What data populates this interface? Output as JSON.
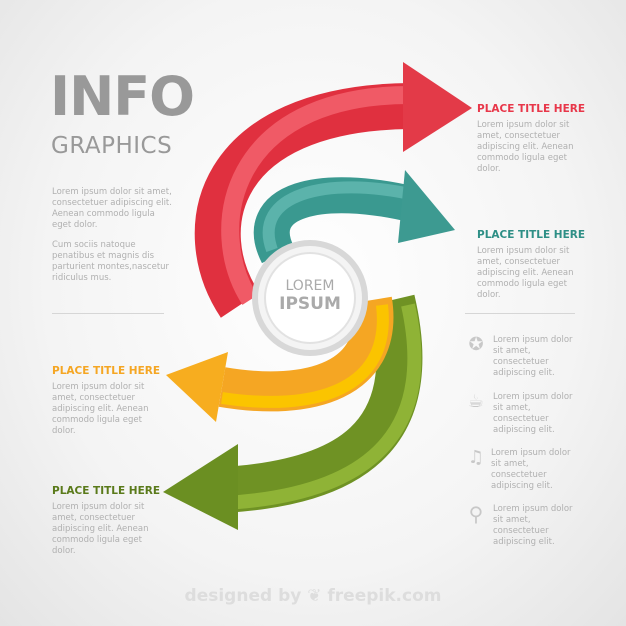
{
  "header": {
    "title_big": "INFO",
    "title_small": "GRAPHICS"
  },
  "intro": {
    "p1": "Lorem ipsum dolor sit amet, consectetuer adipiscing elit. Aenean commodo ligula eget dolor.",
    "p2": "Cum sociis natoque penatibus et magnis dis parturient montes,nascetur ridiculus mus."
  },
  "center": {
    "line1": "LOREM",
    "line2": "IPSUM"
  },
  "steps": [
    {
      "title": "PLACE TITLE HERE",
      "text": "Lorem ipsum dolor sit amet, consectetuer adipiscing elit. Aenean commodo ligula eget dolor.",
      "color": "#e8374a"
    },
    {
      "title": "PLACE TITLE HERE",
      "text": "Lorem ipsum dolor sit amet, consectetuer adipiscing elit. Aenean commodo ligula eget dolor.",
      "color": "#2e8f86"
    },
    {
      "title": "PLACE TITLE HERE",
      "text": "Lorem ipsum dolor sit amet, consectetuer adipiscing elit. Aenean commodo ligula eget dolor.",
      "color": "#f5a623"
    },
    {
      "title": "PLACE TITLE HERE",
      "text": "Lorem ipsum dolor sit amet, consectetuer adipiscing elit. Aenean commodo ligula eget dolor.",
      "color": "#5a7a1a"
    }
  ],
  "features": [
    {
      "icon": "award-icon",
      "text": "Lorem ipsum dolor sit amet, consectetuer adipiscing elit."
    },
    {
      "icon": "coffee-cup-icon",
      "text": "Lorem ipsum dolor sit amet, consectetuer adipiscing elit."
    },
    {
      "icon": "music-note-icon",
      "text": "Lorem ipsum dolor sit amet, consectetuer adipiscing elit."
    },
    {
      "icon": "search-icon",
      "text": "Lorem ipsum dolor sit amet, consectetuer adipiscing elit."
    }
  ],
  "footer": {
    "text": "designed by ❦ freepik.com"
  }
}
